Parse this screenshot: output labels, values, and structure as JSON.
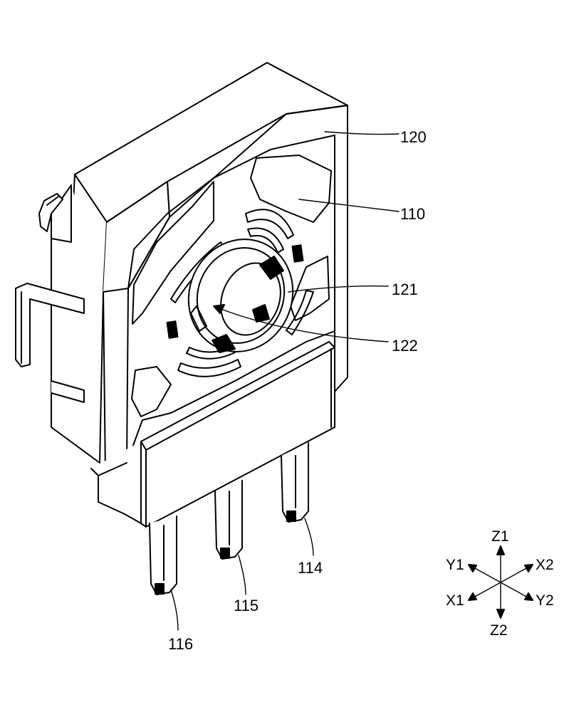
{
  "reference_labels": {
    "housing": "120",
    "rotor": "110",
    "bearing": "121",
    "shaft_hole": "122",
    "terminal_right": "114",
    "terminal_middle": "115",
    "terminal_left": "116"
  },
  "axes": {
    "z_up": "Z1",
    "z_down": "Z2",
    "y_upper_left": "Y1",
    "y_lower_right": "Y2",
    "x_upper_right": "X2",
    "x_lower_left": "X1"
  }
}
